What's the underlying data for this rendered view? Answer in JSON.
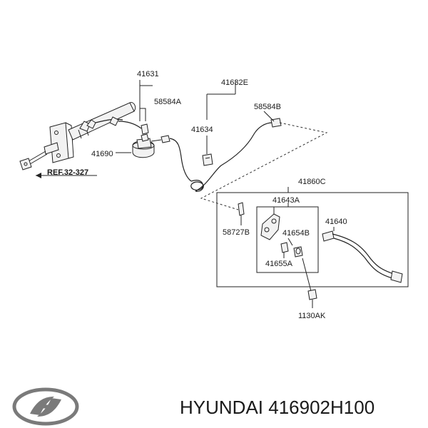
{
  "labels": {
    "p41631": "41631",
    "p58584a": "58584A",
    "p41632e": "41632E",
    "p58584b": "58584B",
    "p41634": "41634",
    "p41690": "41690",
    "ref": "REF.32-327",
    "p41860c": "41860C",
    "p41643a": "41643A",
    "p41640": "41640",
    "p58727b": "58727B",
    "p41654b": "41654B",
    "p41655a": "41655A",
    "p1130ak": "1130AK"
  },
  "footer": {
    "brand_text": "HYUNDAI 416902H100",
    "logo_icon": "hyundai-logo-icon"
  }
}
